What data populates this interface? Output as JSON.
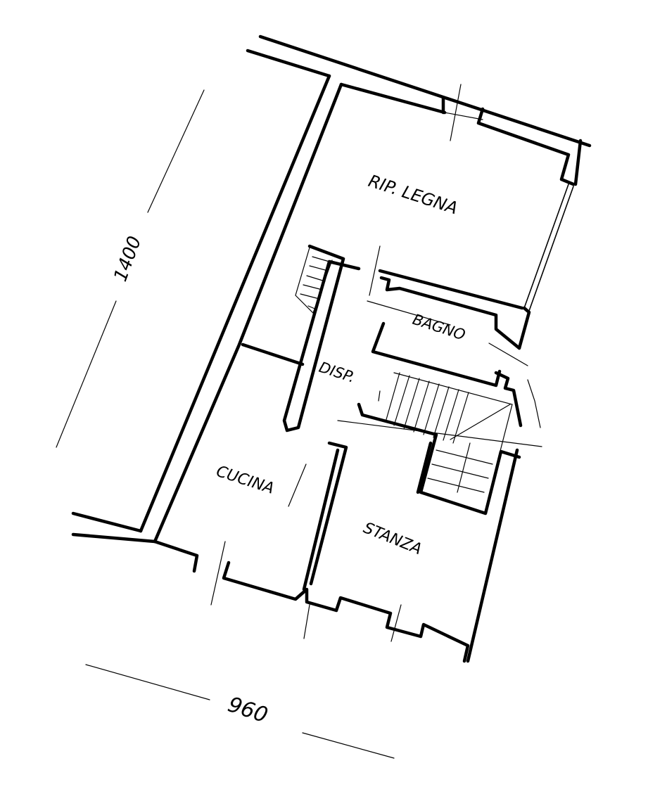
{
  "labels": {
    "rip_legna": "RIP. LEGNA",
    "bagno": "BAGNO",
    "disimpegno": "DISP.",
    "cucina": "CUCINA",
    "stanza": "STANZA"
  },
  "dimensions": {
    "height": "1400",
    "width": "960"
  }
}
